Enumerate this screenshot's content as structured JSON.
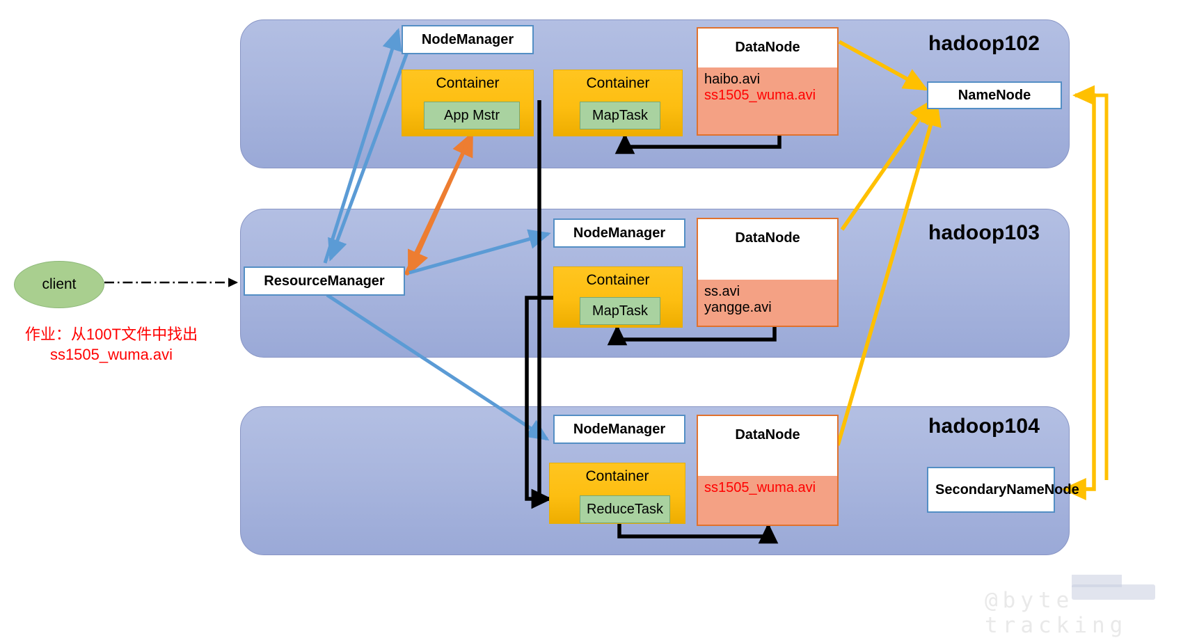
{
  "diagram": {
    "title": "Hadoop YARN / HDFS job execution across hadoop102-104",
    "watermark": "@byte tracking",
    "colors": {
      "rack": "#a9b6de",
      "container": "#fdbe11",
      "task": "#a9d2a0",
      "datanode_border": "#e0712d",
      "datanode_body": "#f4a184",
      "white_box_border": "#538ec4",
      "blue_arrow": "#5b9bd5",
      "orange_arrow": "#ed7d31",
      "yellow_arrow": "#ffc000",
      "black_arrow": "#000000",
      "red_text": "#ff0000",
      "client": "#a9cf8f"
    }
  },
  "client": {
    "label": "client",
    "note": "作业：从100T文件中找出\nss1505_wuma.avi"
  },
  "resource_manager": {
    "label": "ResourceManager"
  },
  "name_node": {
    "label": "NameNode"
  },
  "secondary_name_node": {
    "label": "SecondaryNameNode"
  },
  "racks": [
    {
      "id": "hadoop102",
      "title": "hadoop102",
      "node_manager": "NodeManager",
      "containers": [
        {
          "label": "Container",
          "task": "App Mstr"
        },
        {
          "label": "Container",
          "task": "MapTask"
        }
      ],
      "datanode": {
        "title": "DataNode",
        "blocks": [
          {
            "name": "haibo.avi",
            "highlight": false
          },
          {
            "name": "ss1505_wuma.avi",
            "highlight": true
          }
        ]
      }
    },
    {
      "id": "hadoop103",
      "title": "hadoop103",
      "node_manager": "NodeManager",
      "containers": [
        {
          "label": "Container",
          "task": "MapTask"
        }
      ],
      "datanode": {
        "title": "DataNode",
        "blocks": [
          {
            "name": "ss.avi",
            "highlight": false
          },
          {
            "name": "yangge.avi",
            "highlight": false
          }
        ]
      }
    },
    {
      "id": "hadoop104",
      "title": "hadoop104",
      "node_manager": "NodeManager",
      "containers": [
        {
          "label": "Container",
          "task": "ReduceTask"
        }
      ],
      "datanode": {
        "title": "DataNode",
        "blocks": [
          {
            "name": "ss1505_wuma.avi",
            "highlight": true
          }
        ]
      }
    }
  ]
}
